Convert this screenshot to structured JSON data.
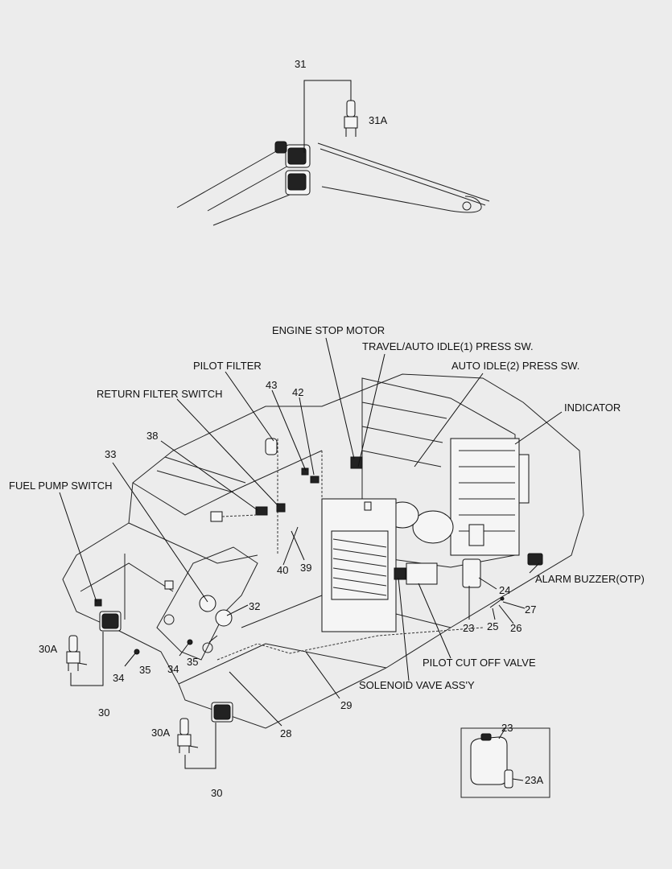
{
  "labels": {
    "engine_stop_motor": "ENGINE STOP MOTOR",
    "travel_auto_idle": "TRAVEL/AUTO IDLE(1) PRESS SW.",
    "auto_idle_2": "AUTO IDLE(2) PRESS SW.",
    "pilot_filter": "PILOT FILTER",
    "return_filter_switch": "RETURN FILTER SWITCH",
    "indicator": "INDICATOR",
    "fuel_pump_switch": "FUEL PUMP SWITCH",
    "alarm_buzzer": "ALARM BUZZER(OTP)",
    "pilot_cut_off_valve": "PILOT CUT OFF VALVE",
    "solenoid_valve": "SOLENOID VAVE ASS'Y"
  },
  "numbers": {
    "n31": "31",
    "n31A": "31A",
    "n43": "43",
    "n42": "42",
    "n38": "38",
    "n33": "33",
    "n40": "40",
    "n39": "39",
    "n32": "32",
    "n24": "24",
    "n27": "27",
    "n25": "25",
    "n26": "26",
    "n23": "23",
    "n30A_left": "30A",
    "n35_left": "35",
    "n34_left": "34",
    "n34_mid": "34",
    "n35_mid": "35",
    "n30_left": "30",
    "n29": "29",
    "n28": "28",
    "n30A_bottom": "30A",
    "n30_bottom": "30",
    "n23_inset": "23",
    "n23A": "23A"
  }
}
